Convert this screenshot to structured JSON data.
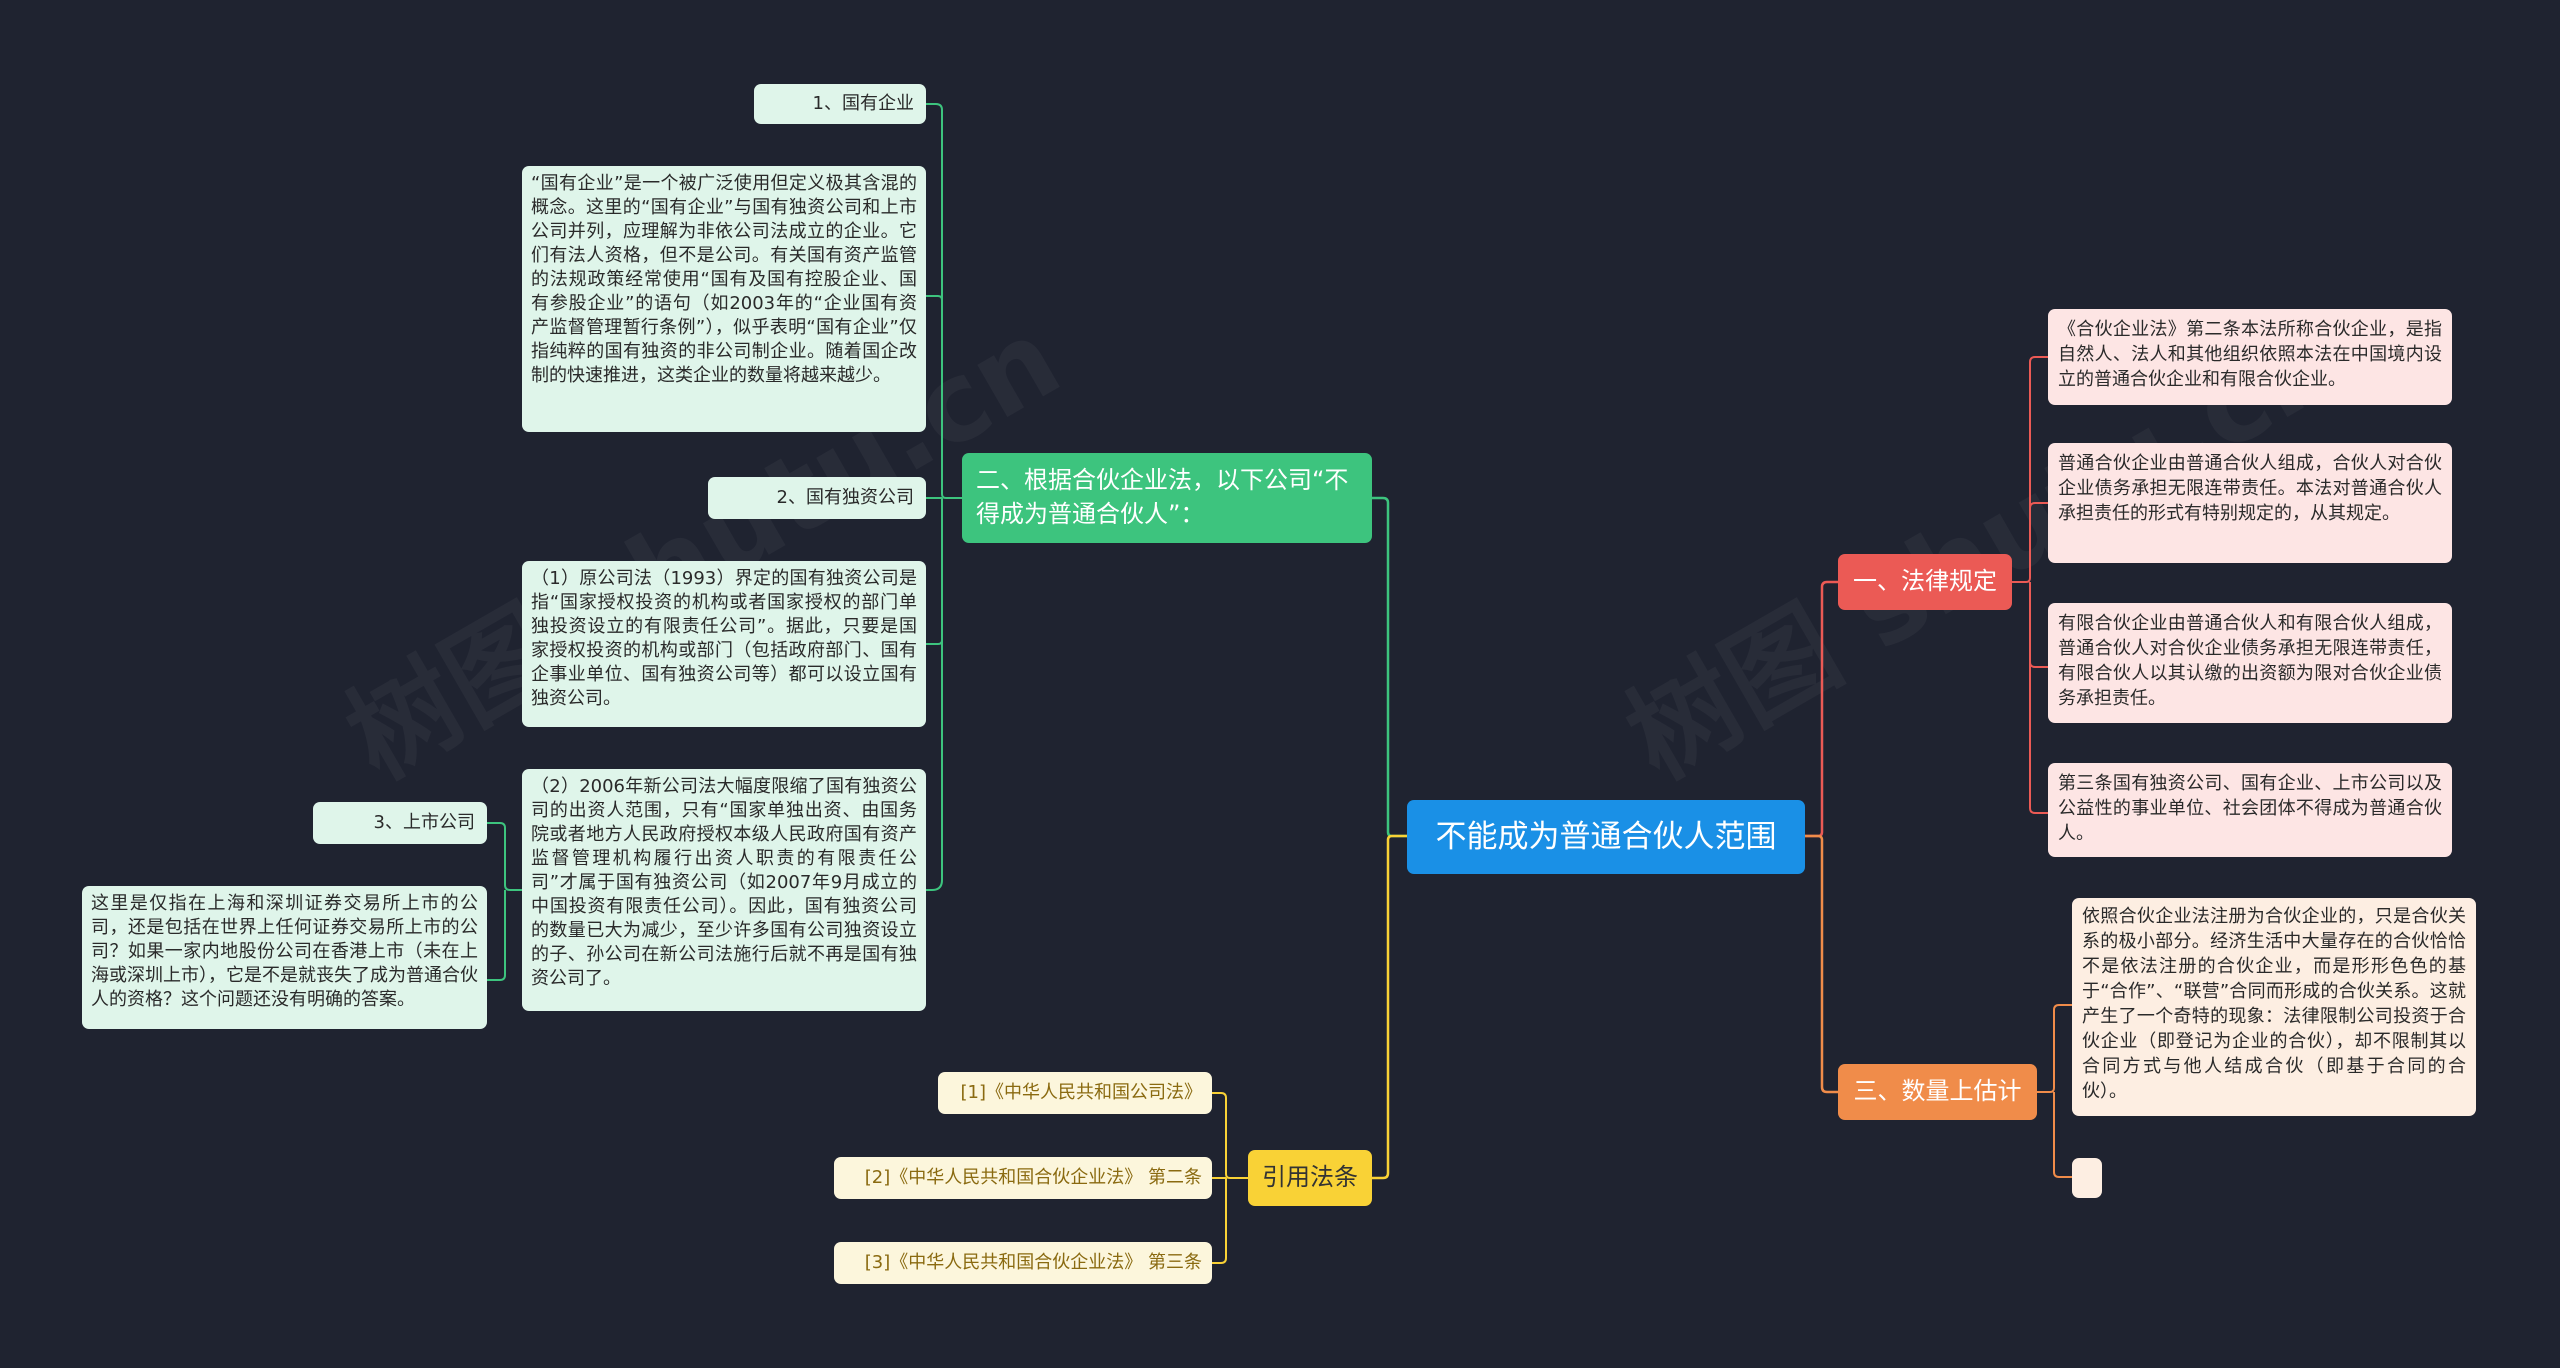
{
  "root": {
    "label": "不能成为普通合伙人范围"
  },
  "left_branch_1": {
    "label": "二、根据合伙企业法，以下公司“不得成为普通合伙人”：",
    "items": [
      {
        "label": "1、国有企业"
      },
      {
        "label": "“国有企业”是一个被广泛使用但定义极其含混的概念。这里的“国有企业”与国有独资公司和上市公司并列，应理解为非依公司法成立的企业。它们有法人资格，但不是公司。有关国有资产监管的法规政策经常使用“国有及国有控股企业、国有参股企业”的语句（如2003年的“企业国有资产监督管理暂行条例”），似乎表明“国有企业”仅指纯粹的国有独资的非公司制企业。随着国企改制的快速推进，这类企业的数量将越来越少。"
      },
      {
        "label": "2、国有独资公司"
      },
      {
        "label": "（1）原公司法（1993）界定的国有独资公司是指“国家授权投资的机构或者国家授权的部门单独投资设立的有限责任公司”。据此，只要是国家授权投资的机构或部门（包括政府部门、国有企事业单位、国有独资公司等）都可以设立国有独资公司。"
      },
      {
        "label": "（2）2006年新公司法大幅度限缩了国有独资公司的出资人范围，只有“国家单独出资、由国务院或者地方人民政府授权本级人民政府国有资产监督管理机构履行出资人职责的有限责任公司”才属于国有独资公司（如2007年9月成立的中国投资有限责任公司）。因此，国有独资公司的数量已大为减少，至少许多国有公司独资设立的子、孙公司在新公司法施行后就不再是国有独资公司了。"
      }
    ],
    "sub": {
      "label": "3、上市公司",
      "detail": "这里是仅指在上海和深圳证券交易所上市的公司，还是包括在世界上任何证券交易所上市的公司？如果一家内地股份公司在香港上市（未在上海或深圳上市），它是不是就丧失了成为普通合伙人的资格？这个问题还没有明确的答案。"
    }
  },
  "left_branch_2": {
    "label": "引用法条",
    "items": [
      {
        "label": "[1]《中华人民共和国公司法》"
      },
      {
        "label": "[2]《中华人民共和国合伙企业法》 第二条"
      },
      {
        "label": "[3]《中华人民共和国合伙企业法》 第三条"
      }
    ]
  },
  "right_branch_1": {
    "label": "一、法律规定",
    "items": [
      {
        "label": "《合伙企业法》第二条本法所称合伙企业，是指自然人、法人和其他组织依照本法在中国境内设立的普通合伙企业和有限合伙企业。"
      },
      {
        "label": "普通合伙企业由普通合伙人组成，合伙人对合伙企业债务承担无限连带责任。本法对普通合伙人承担责任的形式有特别规定的，从其规定。"
      },
      {
        "label": "有限合伙企业由普通合伙人和有限合伙人组成，普通合伙人对合伙企业债务承担无限连带责任，有限合伙人以其认缴的出资额为限对合伙企业债务承担责任。"
      },
      {
        "label": "第三条国有独资公司、国有企业、上市公司以及公益性的事业单位、社会团体不得成为普通合伙人。"
      }
    ]
  },
  "right_branch_2": {
    "label": "三、数量上估计",
    "items": [
      {
        "label": "依照合伙企业法注册为合伙企业的，只是合伙关系的极小部分。经济生活中大量存在的合伙恰恰不是依法注册的合伙企业，而是形形色色的基于“合作”、“联营”合同而形成的合伙关系。这就产生了一个奇特的现象：法律限制公司投资于合伙企业（即登记为企业的合伙），却不限制其以合同方式与他人结成合伙（即基于合同的合伙）。"
      },
      {
        "label": ""
      }
    ]
  },
  "watermark": "树图 shutu.cn",
  "colors": {
    "background": "#1f2330",
    "root": "#1a90e6",
    "green": "#3dc47e",
    "red": "#eb5a55",
    "orange": "#f08c4a",
    "yellow": "#f9d236"
  }
}
